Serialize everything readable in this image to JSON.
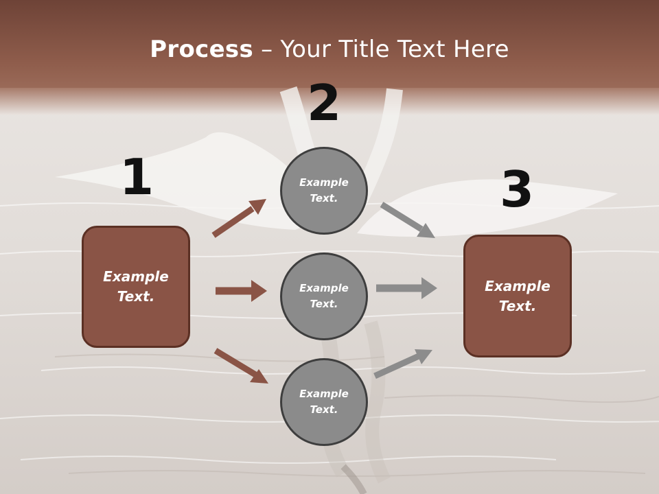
{
  "title": {
    "bold": "Process",
    "dash": " – ",
    "rest": "Your Title Text Here"
  },
  "steps": [
    {
      "number": "1",
      "box_line1": "Example",
      "box_line2": "Text."
    },
    {
      "number": "2",
      "circles": [
        {
          "line1": "Example",
          "line2": "Text."
        },
        {
          "line1": "Example",
          "line2": "Text."
        },
        {
          "line1": "Example",
          "line2": "Text."
        }
      ]
    },
    {
      "number": "3",
      "box_line1": "Example",
      "box_line2": "Text."
    }
  ],
  "colors": {
    "box_fill": "#8a5446",
    "box_border": "#5b3024",
    "circle_fill": "#8b8b8b",
    "arrow_brown": "#8a5446",
    "arrow_gray": "#8c8c8c",
    "header": "#8a5746"
  }
}
